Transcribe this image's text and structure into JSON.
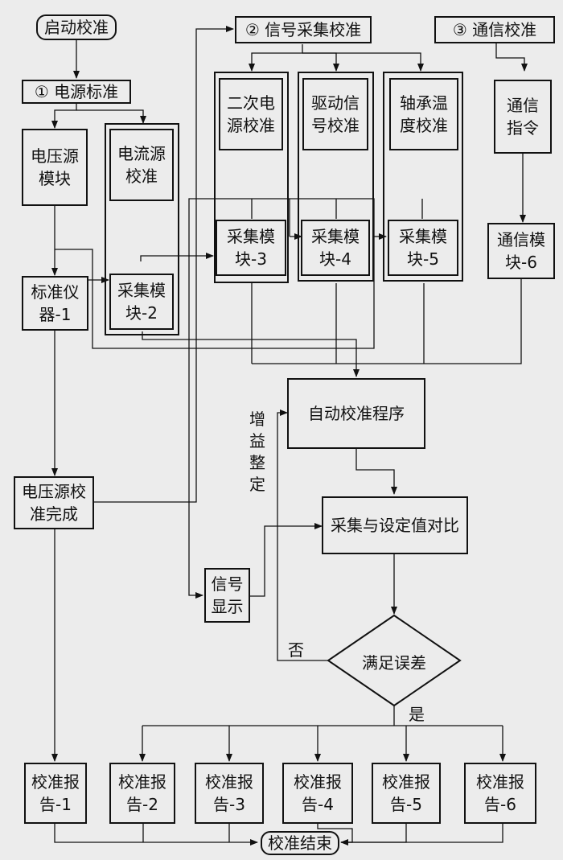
{
  "start": "启动校准",
  "power": {
    "title": "① 电源标准",
    "voltage_module": "电压源\n模块",
    "current_cal": "电流源\n校准",
    "std_instrument": "标准仪\n器-1",
    "acq2": "采集模\n块-2",
    "voltage_done": "电压源校\n准完成"
  },
  "signal": {
    "title": "② 信号采集校准",
    "secondary_power": "二次电\n源校准",
    "drive_signal": "驱动信\n号校准",
    "bearing_temp": "轴承温\n度校准",
    "acq3": "采集模\n块-3",
    "acq4": "采集模\n块-4",
    "acq5": "采集模\n块-5"
  },
  "comm": {
    "title": "③ 通信校准",
    "command": "通信\n指令",
    "acq6": "通信模\n块-6"
  },
  "auto_program": "自动校准程序",
  "compare": "采集与设定值对比",
  "gain_adjust": "增益整定",
  "signal_display": "信号\n显示",
  "decision": {
    "question": "满足误差",
    "no": "否",
    "yes": "是"
  },
  "reports": [
    "校准报\n告-1",
    "校准报\n告-2",
    "校准报\n告-3",
    "校准报\n告-4",
    "校准报\n告-5",
    "校准报\n告-6"
  ],
  "end": "校准结束"
}
